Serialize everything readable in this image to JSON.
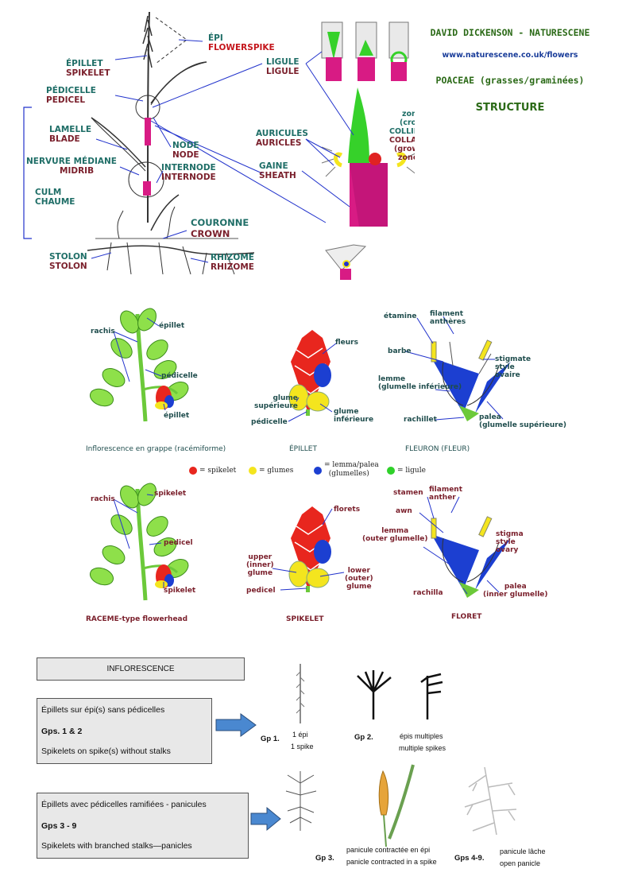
{
  "top": {
    "author": "DAVID DICKENSON - NATURESCENE",
    "website": "www.naturescene.co.uk/flowers",
    "family": "POACEAE (grasses/graminées)",
    "heading": "STRUCTURE",
    "labels": {
      "epi_fr": "ÉPI",
      "epi_en": "FLOWERSPIKE",
      "epillet_fr": "ÉPILLET",
      "epillet_en": "SPIKELET",
      "pedicelle_fr": "PÉDICELLE",
      "pedicelle_en": "PEDICEL",
      "lamelle_fr": "LAMELLE",
      "lamelle_en": "BLADE",
      "nervure_fr": "NERVURE MÉDIANE",
      "nervure_en": "MIDRIB",
      "culm_en": "CULM",
      "culm_fr": "CHAUME",
      "node_fr": "NODE",
      "node_en": "NODE",
      "internode_fr": "INTERNODE",
      "internode_en": "INTERNODE",
      "couronne_fr": "COURONNE",
      "couronne_en": "CROWN",
      "stolon_fr": "STOLON",
      "stolon_en": "STOLON",
      "rhizome_fr": "RHIZOME",
      "rhizome_en": "RHIZOME",
      "ligule_fr": "LIGULE",
      "ligule_en": "LIGULE",
      "auricules_fr": "AURICULES",
      "auricules_en": "AURICLES",
      "gaine_fr": "GAINE",
      "gaine_en": "SHEATH",
      "zone_fr_1": "zone de",
      "zone_fr_2": "(croissance)",
      "collier": "COLLIER",
      "collar": "COLLAR",
      "growth": "(growth)",
      "zone": "zone"
    }
  },
  "middle_fr": {
    "rachis": "rachis",
    "epillet_top": "épillet",
    "pedicelle": "pédicelle",
    "epillet_bottom": "épillet",
    "caption_inflo": "Inflorescence  en grappe (racémiforme)",
    "fleurs": "fleurs",
    "glume_sup_1": "glume",
    "glume_sup_2": "supérieure",
    "pedicelle2": "pédicelle",
    "glume_inf_1": "glume",
    "glume_inf_2": "inférieure",
    "caption_epillet": "ÉPILLET",
    "etamine": "étamine",
    "filament": "filament",
    "antheres": "anthères",
    "barbe": "barbe",
    "stigmate": "stigmate",
    "style": "style",
    "ovaire": "ovaire",
    "lemme_1": "lemme",
    "lemme_2": "(glumelle inférieure)",
    "rachillet": "rachillet",
    "palea_1": "palea",
    "palea_2": "(glumelle supérieure)",
    "caption_fleuron": "FLEURON (FLEUR)"
  },
  "legend": {
    "spikelet": "= spikelet",
    "glumes": "= glumes",
    "lemma_1": "lemma/palea",
    "lemma_2": "(glumelles)",
    "ligule": "= ligule",
    "colors": {
      "spikelet": "#e8261e",
      "glumes": "#f4e51e",
      "lemma": "#1c3fd1",
      "ligule": "#2fd12a"
    }
  },
  "middle_en": {
    "rachis": "rachis",
    "spikelet_top": "spikelet",
    "pedicel": "pedicel",
    "spikelet_bottom": "spikelet",
    "caption_raceme": "RACEME-type flowerhead",
    "florets": "florets",
    "upper_1": "upper",
    "upper_2": "(inner)",
    "upper_3": "glume",
    "pedicel2": "pedicel",
    "lower_1": "lower",
    "lower_2": "(outer)",
    "lower_3": "glume",
    "caption_spikelet": "SPIKELET",
    "stamen": "stamen",
    "filament": "filament",
    "anther": "anther",
    "awn": "awn",
    "stigma": "stigma",
    "style": "style",
    "ovary": "ovary",
    "lemma_1": "lemma",
    "lemma_2": "(outer glumelle)",
    "rachilla": "rachilla",
    "palea_1": "palea",
    "palea_2": "(inner glumelle)",
    "caption_floret": "FLORET"
  },
  "bottom": {
    "inflorescence": "INFLORESCENCE",
    "box1": {
      "line1": "Épillets sur épi(s) sans pédicelles",
      "line2": "Gps. 1 & 2",
      "line3": "Spikelets on spike(s) without stalks"
    },
    "box2": {
      "line1": "Épillets avec pédicelles ramifiées - panicules",
      "line2": "Gps 3 - 9",
      "line3": "Spikelets with branched stalks—panicles"
    },
    "gp1": "Gp 1.",
    "gp1_a": "1 épi",
    "gp1_b": "1 spike",
    "gp2": "Gp 2.",
    "gp2_a": "épis multiples",
    "gp2_b": "multiple spikes",
    "gp3": "Gp 3.",
    "gp3_a": "panicule contractée en épi",
    "gp3_b": "panicle contracted in a spike",
    "gp4": "Gps 4-9.",
    "gp4_a": "panicule lâche",
    "gp4_b": "open panicle"
  }
}
